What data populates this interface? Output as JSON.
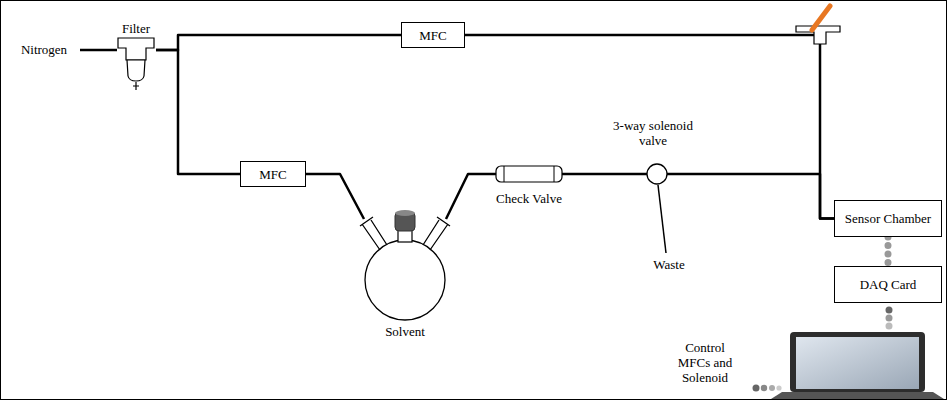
{
  "diagram": {
    "nodes": [
      {
        "text": [
          "Filter"
        ]
      },
      {
        "text": [
          "MFC"
        ]
      },
      {
        "text": [
          "MFC"
        ]
      },
      {
        "text": [
          "Solvent"
        ]
      },
      {
        "text": [
          "Check Valve"
        ]
      },
      {
        "text": [
          "3-way solenoid valve"
        ]
      },
      {
        "text": [
          "Sensor Chamber"
        ]
      },
      {
        "text": [
          "DAQ Card"
        ]
      }
    ],
    "edges": [
      {
        "from": 0,
        "to": 1,
        "arrow": "none"
      },
      {
        "from": 0,
        "to": 2,
        "arrow": "none"
      },
      {
        "from": 2,
        "to": 3,
        "arrow": "none"
      },
      {
        "from": 3,
        "to": 4,
        "arrow": "none"
      },
      {
        "from": 4,
        "to": 5,
        "arrow": "none"
      },
      {
        "from": 5,
        "to": 6,
        "arrow": "none"
      },
      {
        "from": 1,
        "to": 6,
        "arrow": "none"
      },
      {
        "from": 6,
        "to": 7,
        "arrow": "none"
      }
    ],
    "labels": [
      "Nitrogen",
      "Waste",
      "Control MFCs and Solenoid"
    ]
  }
}
